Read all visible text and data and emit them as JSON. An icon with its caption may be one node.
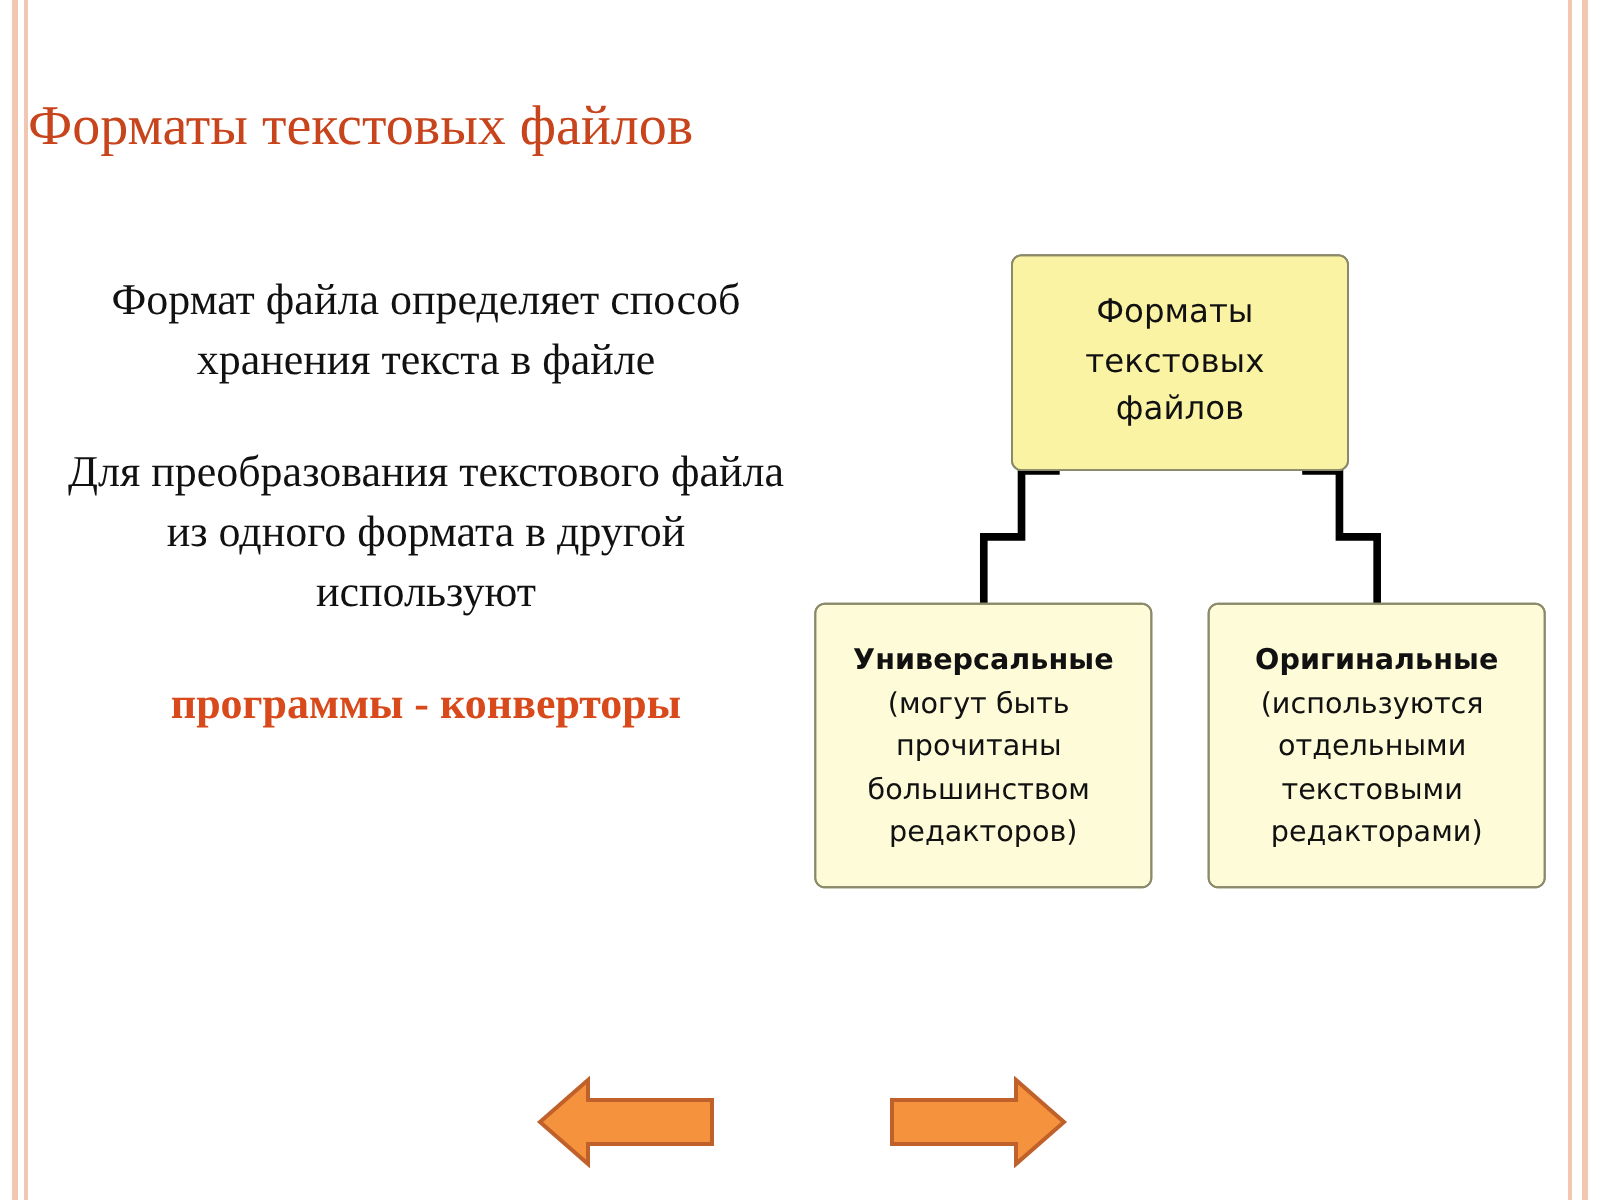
{
  "diagram": {
    "title": "Форматы текстовых файлов",
    "nodes": [
      {
        "text": [
          "Форматы текстовых файлов"
        ]
      },
      {
        "text": [
          "Универсальные",
          "(могут быть прочитаны большинством редакторов)"
        ]
      },
      {
        "text": [
          "Оригинальные",
          "(используются отдельными текстовыми редакторами)"
        ]
      }
    ],
    "edges": [
      {
        "from": 0,
        "to": 1,
        "arrow": "none"
      },
      {
        "from": 0,
        "to": 2,
        "arrow": "none"
      }
    ],
    "labels": [
      "Формат файла определяет способ хранения текста в файле",
      "Для преобразования текстового файла из одного формата в другой используют",
      "программы - конверторы"
    ]
  }
}
